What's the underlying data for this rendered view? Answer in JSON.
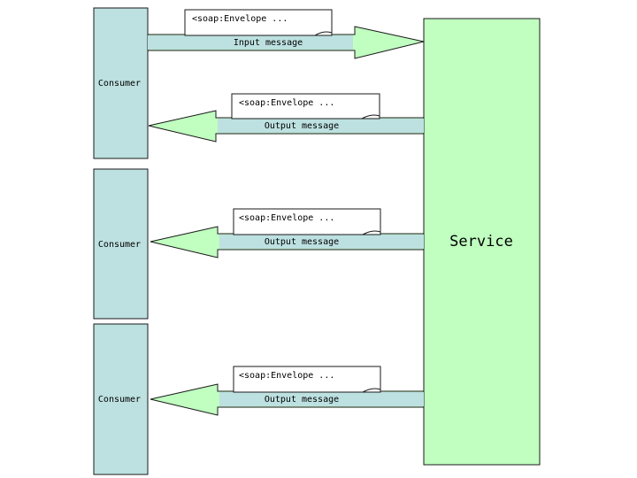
{
  "colors": {
    "consumer_fill": "#bde0e0",
    "service_fill": "#c0ffc0",
    "arrow_fill": "#c0ffc0",
    "message_bar_fill": "#bde0e0",
    "envelope_fill": "#ffffff",
    "stroke": "#1a1a1a"
  },
  "consumers": [
    {
      "label": "Consumer"
    },
    {
      "label": "Consumer"
    },
    {
      "label": "Consumer"
    }
  ],
  "service": {
    "label": "Service"
  },
  "messages": [
    {
      "envelope": "<soap:Envelope ...",
      "label": "Input message",
      "direction": "to-service"
    },
    {
      "envelope": "<soap:Envelope ...",
      "label": "Output message",
      "direction": "to-consumer"
    },
    {
      "envelope": "<soap:Envelope ...",
      "label": "Output message",
      "direction": "to-consumer"
    },
    {
      "envelope": "<soap:Envelope ...",
      "label": "Output message",
      "direction": "to-consumer"
    }
  ]
}
